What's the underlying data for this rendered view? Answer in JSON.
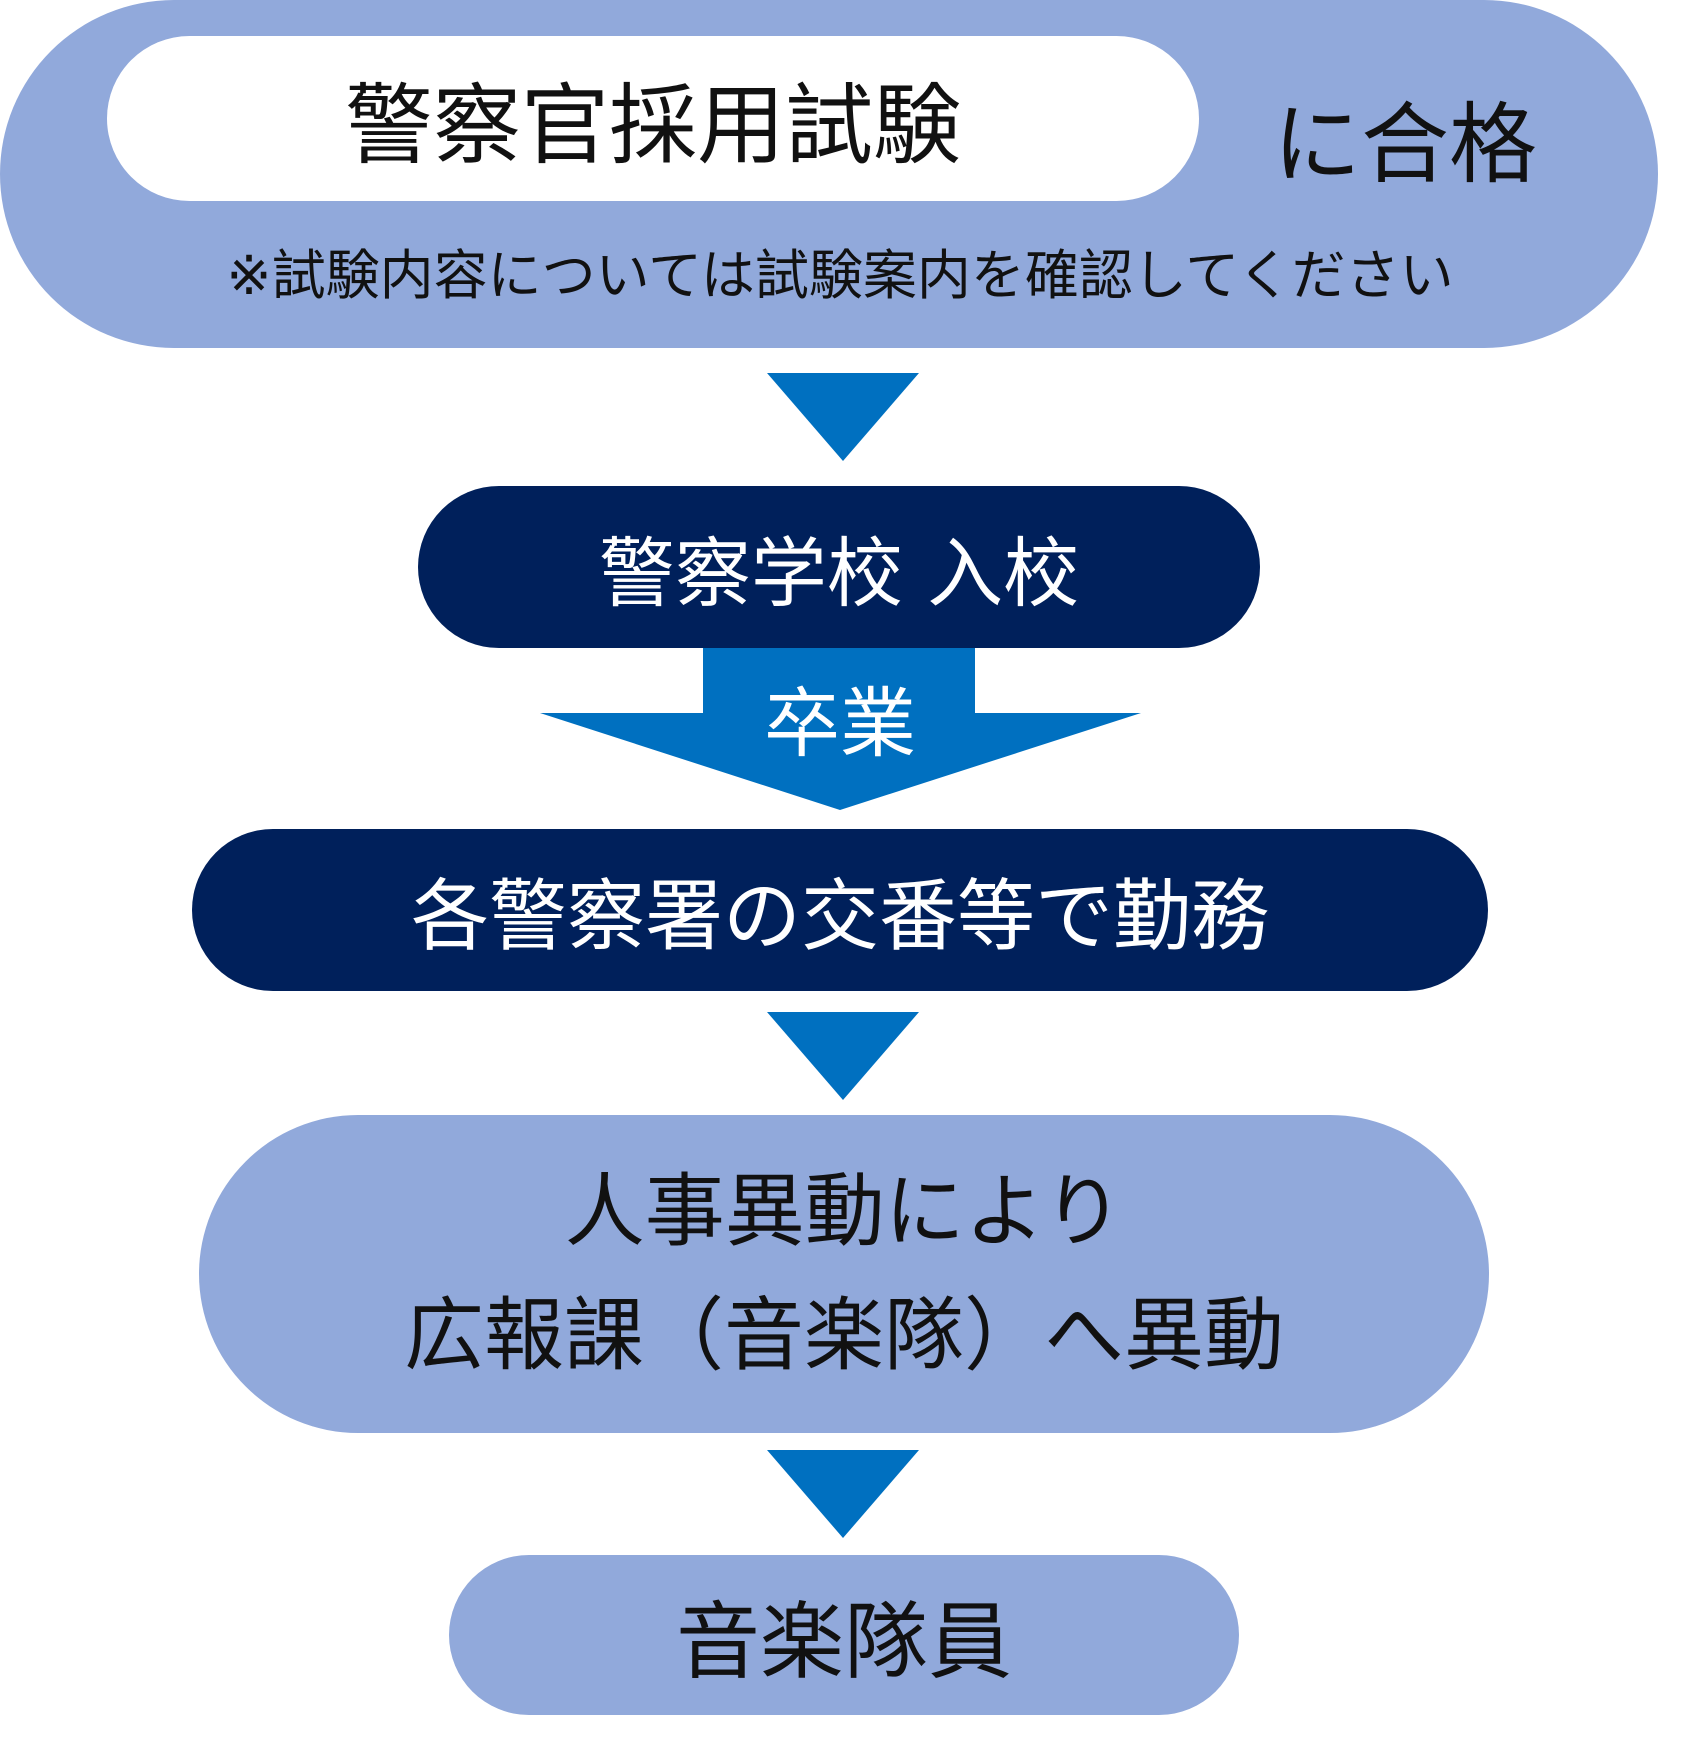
{
  "colors": {
    "light_fill": "#91a9db",
    "dark_fill": "#00205b",
    "arrow_fill": "#0070c0",
    "white": "#ffffff",
    "text_dark": "#111111"
  },
  "step1": {
    "exam_label": "警察官採用試験",
    "pass_label": "に合格",
    "note": "※試験内容については試験案内を確認してください"
  },
  "step2": {
    "label": "警察学校 入校"
  },
  "graduation_arrow": {
    "label": "卒業"
  },
  "step3": {
    "label": "各警察署の交番等で勤務"
  },
  "step4": {
    "line1": "人事異動により",
    "line2": "広報課（音楽隊）へ異動"
  },
  "step5": {
    "label": "音楽隊員"
  },
  "arrows": [
    {
      "name": "arrow-1-icon",
      "shape": "down-triangle"
    },
    {
      "name": "arrow-3-icon",
      "shape": "down-triangle"
    },
    {
      "name": "arrow-4-icon",
      "shape": "down-triangle"
    }
  ]
}
